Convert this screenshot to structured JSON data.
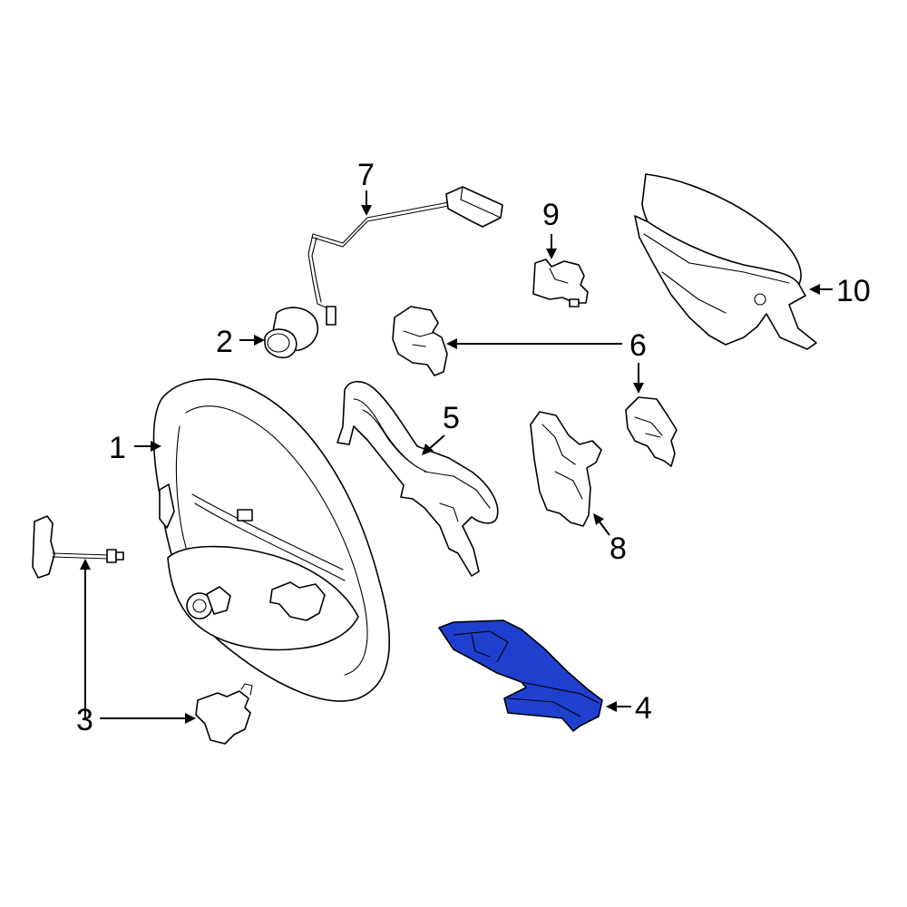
{
  "callouts": [
    {
      "id": "1",
      "text": "1"
    },
    {
      "id": "2",
      "text": "2"
    },
    {
      "id": "3",
      "text": "3"
    },
    {
      "id": "4",
      "text": "4"
    },
    {
      "id": "5",
      "text": "5"
    },
    {
      "id": "6",
      "text": "6"
    },
    {
      "id": "7",
      "text": "7"
    },
    {
      "id": "8",
      "text": "8"
    },
    {
      "id": "9",
      "text": "9"
    },
    {
      "id": "10",
      "text": "10"
    }
  ],
  "highlighted_part": "4",
  "colors": {
    "highlight_fill": "#1f3fcf",
    "line": "#000000",
    "background": "#ffffff"
  }
}
